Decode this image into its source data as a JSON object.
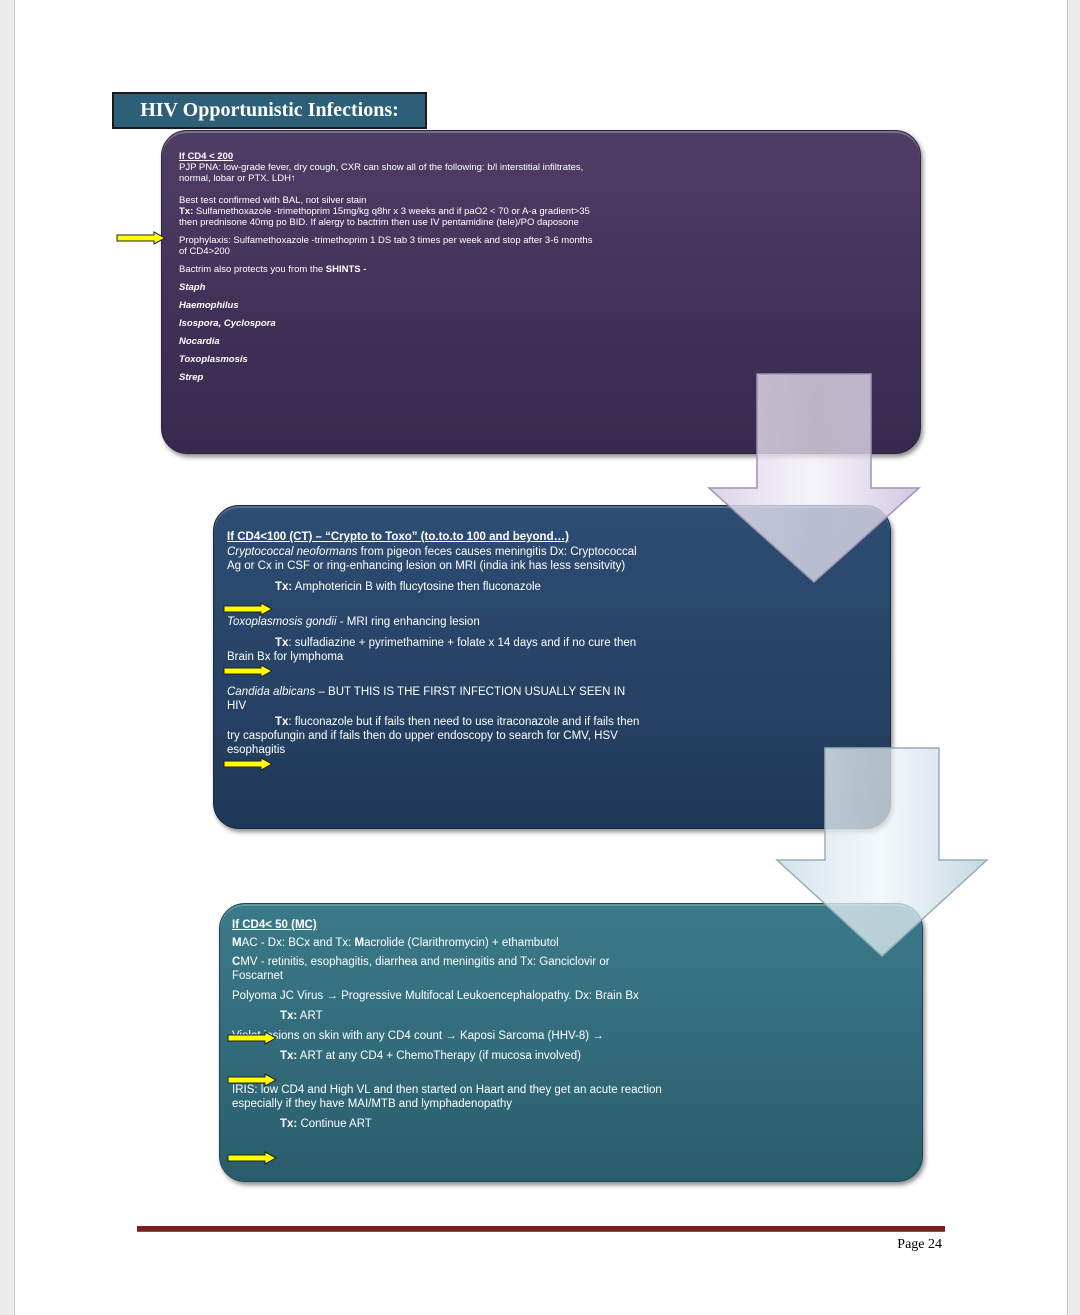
{
  "title": "HIV Opportunistic Infections:",
  "section1": {
    "heading": "If CD4 < 200",
    "pjp": "PJP PNA: low-grade fever, dry cough, CXR can show all of the following: b/l interstitial infiltrates, normal, lobar or PTX.  LDH↑",
    "best_test": "Best test confirmed with BAL, not silver stain",
    "tx_label": "Tx:",
    "tx_text": " Sulfamethoxazole -trimethoprim 15mg/kg q8hr x 3 weeks and if paO2 < 70 or A-a gradient>35 then prednisone 40mg po BID. If alergy to bactrim then use IV pentamidine (tele)/PO daposone",
    "prophylaxis": "Prophylaxis: Sulfamethoxazole -trimethoprim 1 DS tab 3 times per week and stop after 3-6 months of CD4>200",
    "bactrim_prefix": "Bactrim also protects you from the ",
    "bactrim_bold": "SHINTS -",
    "shints": [
      "Staph",
      "Haemophilus",
      "Isospora, Cyclospora",
      "Nocardia",
      "Toxoplasmosis",
      "Strep"
    ]
  },
  "section2": {
    "heading": "If CD4<100 (CT) – “Crypto to Toxo” (to.to.to 100 and beyond…)",
    "crypto_name": "Cryptococcal neoformans",
    "crypto_text": " from pigeon feces causes meningitis Dx: Cryptococcal Ag or Cx in CSF or ring-enhancing lesion on MRI (india ink has less sensitvity)",
    "crypto_tx_label": "Tx:",
    "crypto_tx": "  Amphotericin B with flucytosine then fluconazole",
    "toxo_name": "Toxoplasmosis gondii",
    "toxo_text": " - MRI ring enhancing lesion",
    "toxo_tx_label": "Tx",
    "toxo_tx": ": sulfadiazine +  pyrimethamine  + folate x 14 days and if no cure then Brain Bx for lymphoma",
    "candida_name": "Candida albicans",
    "candida_text": " – BUT THIS IS THE FIRST INFECTION USUALLY SEEN IN HIV",
    "candida_tx_label": "Tx",
    "candida_tx": ":   fluconazole but if fails then need to use itraconazole and if fails then try caspofungin and if fails then do upper endoscopy to search for CMV, HSV esophagitis"
  },
  "section3": {
    "heading": "If CD4< 50 (MC)",
    "mac_m": "M",
    "mac_text1": "AC - Dx: BCx and Tx: ",
    "mac_m2": "M",
    "mac_text2": "acrolide (Clarithromycin) + ethambutol",
    "cmv_c": "C",
    "cmv_text": "MV - retinitis, esophagitis, diarrhea and meningitis and Tx: Ganciclovir or Foscarnet",
    "jc": "Polyoma JC Virus → Progressive Multifocal Leukoencephalopathy. Dx: Brain Bx",
    "jc_tx_label": "Tx:",
    "jc_tx": " ART",
    "kaposi": "Violet lesions on skin with any CD4 count → Kaposi Sarcoma  (HHV-8) →",
    "kaposi_tx_label": "Tx:",
    "kaposi_tx": "  ART at any CD4 + ChemoTherapy (if mucosa involved)",
    "iris": "IRIS: low CD4 and High VL and then started on Haart and they get an acute reaction especially if they have MAI/MTB and lymphadenopathy",
    "iris_tx_label": "Tx:",
    "iris_tx": " Continue ART"
  },
  "footer": {
    "page": "Page 24"
  },
  "colors": {
    "title_bg": "#2e5f79",
    "box1": "#3f2f55",
    "box2": "#243f61",
    "box3": "#2f6676",
    "arrow_yellow": "#ffff00",
    "footer_line": "#7b1f1f"
  }
}
